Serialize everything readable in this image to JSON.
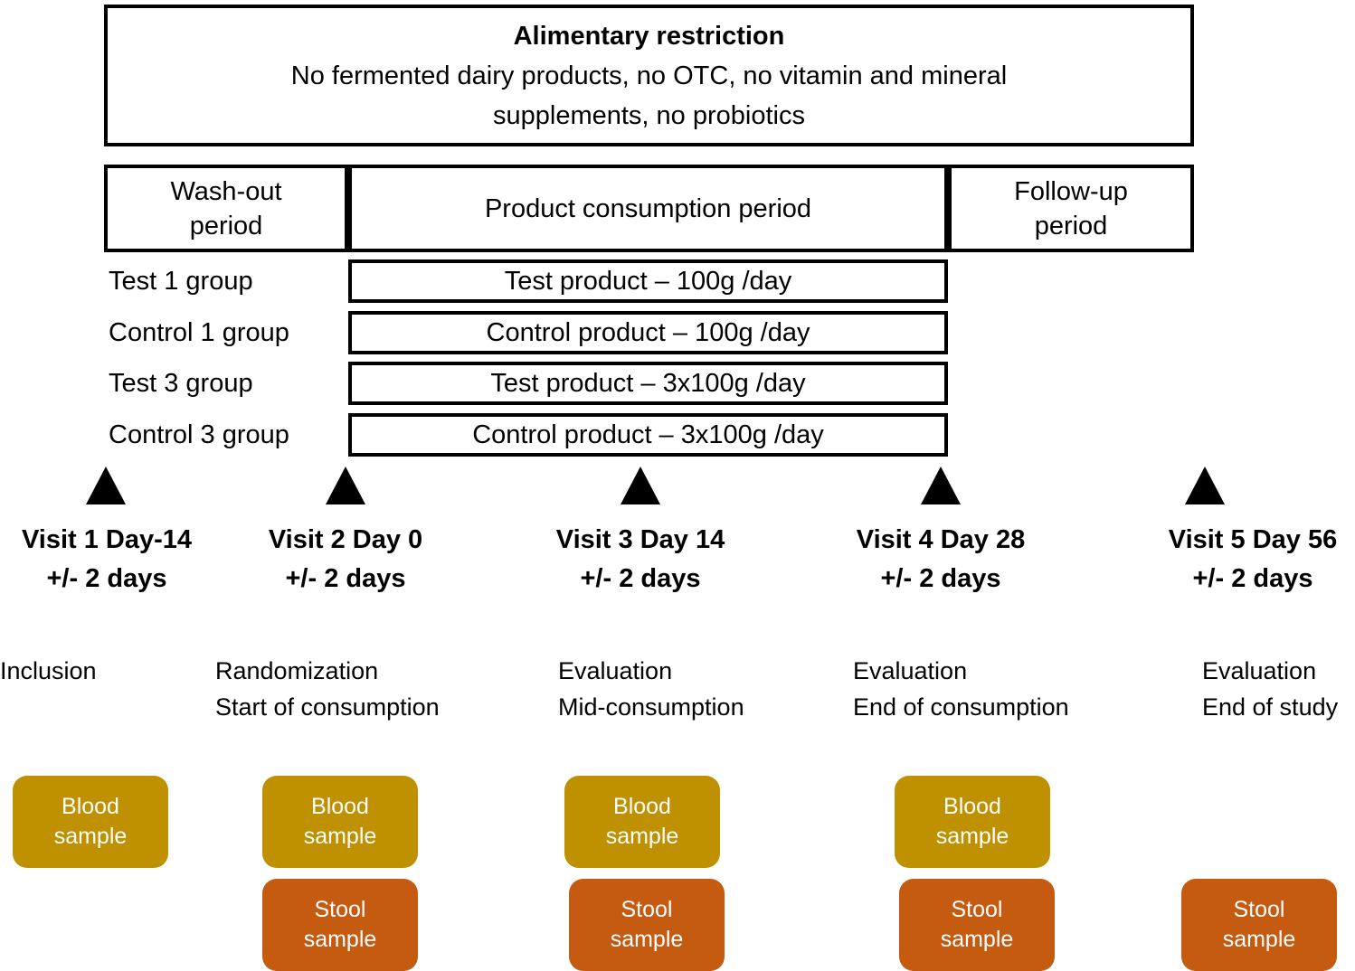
{
  "colors": {
    "blood_sample": "#BF9000",
    "stool_sample": "#C55A11",
    "outline": "#000000"
  },
  "restriction": {
    "title": "Alimentary restriction",
    "body": "No fermented dairy products, no OTC, no vitamin and mineral supplements, no probiotics"
  },
  "periods": {
    "washout": "Wash-out period",
    "consumption": "Product consumption period",
    "followup": "Follow-up period"
  },
  "groups": [
    {
      "label": "Test 1 group",
      "product": "Test product – 100g /day"
    },
    {
      "label": "Control 1 group",
      "product": "Control product – 100g /day"
    },
    {
      "label": "Test 3 group",
      "product": "Test product – 3x100g /day"
    },
    {
      "label": "Control 3 group",
      "product": "Control product – 3x100g /day"
    }
  ],
  "visits": [
    {
      "name": "Visit 1 Day-14",
      "window": "+/- 2 days",
      "activities": [
        "Inclusion"
      ],
      "samples": [
        "Blood sample"
      ]
    },
    {
      "name": "Visit 2 Day 0",
      "window": "+/- 2 days",
      "activities": [
        "Randomization",
        "Start of consumption"
      ],
      "samples": [
        "Blood sample",
        "Stool sample"
      ]
    },
    {
      "name": "Visit 3 Day 14",
      "window": "+/- 2 days",
      "activities": [
        "Evaluation",
        "Mid-consumption"
      ],
      "samples": [
        "Blood sample",
        "Stool sample"
      ]
    },
    {
      "name": "Visit 4 Day 28",
      "window": "+/- 2 days",
      "activities": [
        "Evaluation",
        "End of consumption"
      ],
      "samples": [
        "Blood sample",
        "Stool sample"
      ]
    },
    {
      "name": "Visit 5 Day 56",
      "window": "+/- 2 days",
      "activities": [
        "Evaluation",
        "End of study"
      ],
      "samples": [
        "Stool sample"
      ]
    }
  ]
}
